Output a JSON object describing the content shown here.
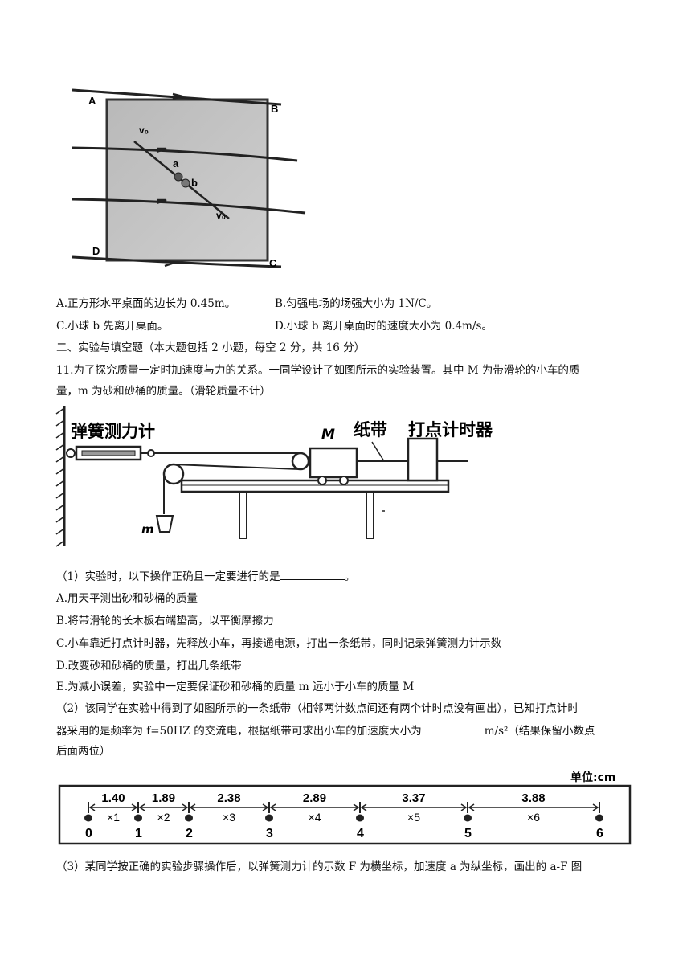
{
  "figure1": {
    "labels": {
      "A": "A",
      "B": "B",
      "C": "C",
      "D": "D",
      "a": "a",
      "b": "b",
      "v1": "v₀",
      "v2": "v₀"
    }
  },
  "options_q10": {
    "A": "A.正方形水平桌面的边长为 0.45m。",
    "B": "B.匀强电场的场强大小为 1N/C。",
    "C": "C.小球 b 先离开桌面。",
    "D": "D.小球 b 离开桌面时的速度大小为 0.4m/s。"
  },
  "section2_title": "二、实验与填空题（本大题包括 2 小题，每空 2 分，共 16 分）",
  "q11": {
    "stem_line1": "11.为了探究质量一定时加速度与力的关系。一同学设计了如图所示的实验装置。其中 M 为带滑轮的小车的质",
    "stem_line2": "量，m 为砂和砂桶的质量。（滑轮质量不计）",
    "apparatus": {
      "spring_scale": "弹簧测力计",
      "M": "M",
      "tape": "纸带",
      "timer": "打点计时器",
      "m": "m"
    },
    "p1_prefix": "（1）实验时，以下操作正确且一定要进行的是",
    "p1_suffix": "。",
    "opt_A": "A.用天平测出砂和砂桶的质量",
    "opt_B": "B.将带滑轮的长木板右端垫高，以平衡摩擦力",
    "opt_C": "C.小车靠近打点计时器，先释放小车，再接通电源，打出一条纸带，同时记录弹簧测力计示数",
    "opt_D": "D.改变砂和砂桶的质量，打出几条纸带",
    "opt_E": "E.为减小误差，实验中一定要保证砂和砂桶的质量 m 远小于小车的质量 M",
    "p2_line1": "（2）该同学在实验中得到了如图所示的一条纸带（相邻两计数点间还有两个计时点没有画出），已知打点计时",
    "p2_line2_prefix": "器采用的是频率为 f=50HZ 的交流电，根据纸带可求出小车的加速度大小为",
    "p2_line2_suffix": "m/s²（结果保留小数点",
    "p2_line3": "后面两位）",
    "tape": {
      "unit": "单位:cm",
      "segments": [
        {
          "value": "1.40",
          "label": "×1"
        },
        {
          "value": "1.89",
          "label": "×2"
        },
        {
          "value": "2.38",
          "label": "×3"
        },
        {
          "value": "2.89",
          "label": "×4"
        },
        {
          "value": "3.37",
          "label": "×5"
        },
        {
          "value": "3.88",
          "label": "×6"
        }
      ],
      "points": [
        "0",
        "1",
        "2",
        "3",
        "4",
        "5",
        "6"
      ]
    },
    "p3_line1": "（3）某同学按正确的实验步骤操作后，以弹簧测力计的示数 F 为横坐标，加速度 a 为纵坐标，画出的 a-F 图"
  }
}
